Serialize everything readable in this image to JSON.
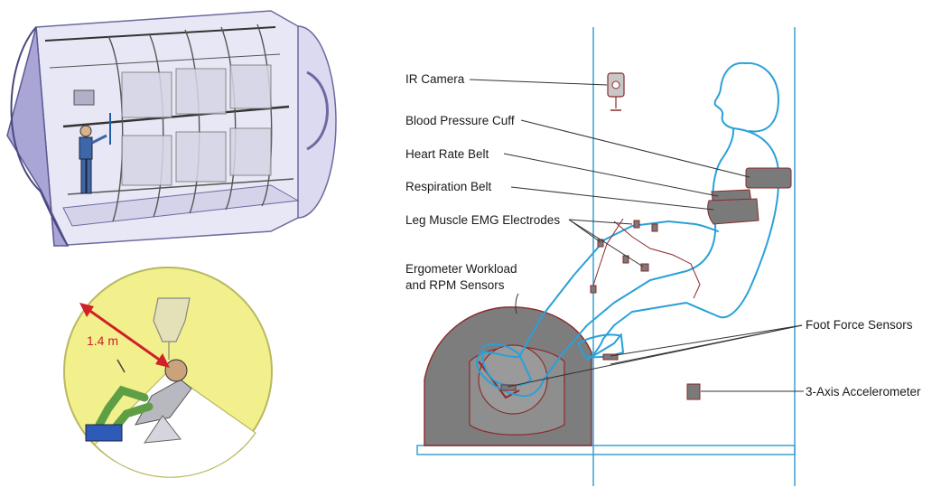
{
  "figure": {
    "distance_label": "1.4 m"
  },
  "labels": {
    "ir_camera": "IR Camera",
    "blood_pressure_cuff": "Blood Pressure Cuff",
    "heart_rate_belt": "Heart Rate Belt",
    "respiration_belt": "Respiration Belt",
    "leg_emg": "Leg Muscle EMG Electrodes",
    "ergometer_line1": "Ergometer Workload",
    "ergometer_line2": "and RPM Sensors",
    "foot_force": "Foot Force Sensors",
    "accelerometer": "3-Axis Accelerometer"
  },
  "colors": {
    "hull": "#c9c7e6",
    "hull_dark": "#7f7cb0",
    "circle_fill": "#f1f08c",
    "body_outline": "#2aa0d8",
    "sensor_fill": "#7a7a7a",
    "sensor_edge": "#8b2a2a",
    "arrow_red": "#d0202a",
    "platform": "#3aa0d0"
  }
}
